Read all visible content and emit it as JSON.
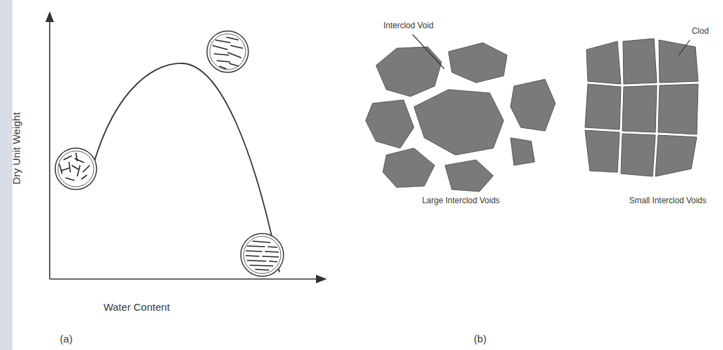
{
  "diagram": {
    "labels": [
      "Dry Unit Weight",
      "Water Content",
      "(a)",
      "Interclod Void",
      "Clod",
      "Large Interclod Voids",
      "Small Interclod Voids",
      "(b)"
    ]
  }
}
